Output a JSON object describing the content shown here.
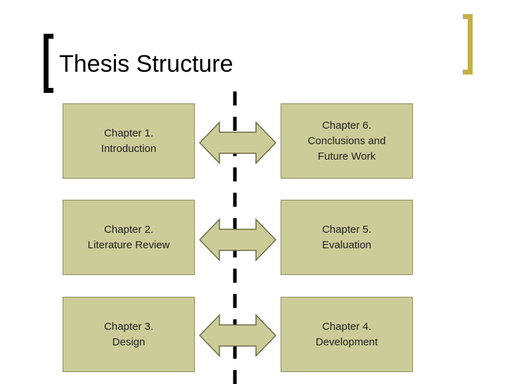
{
  "slide": {
    "title": "Thesis Structure"
  },
  "chapters": {
    "ch1": "Chapter 1.\nIntroduction",
    "ch2": "Chapter 2.\nLiterature Review",
    "ch3": "Chapter 3.\nDesign",
    "ch4": "Chapter 4.\nDevelopment",
    "ch5": "Chapter 5.\nEvaluation",
    "ch6": "Chapter 6.\nConclusions and\nFuture Work"
  },
  "colors": {
    "box_fill": "#cccc99",
    "arrow_fill": "#cccc99",
    "accent_bracket": "#c4b047",
    "divider": "#000000"
  }
}
